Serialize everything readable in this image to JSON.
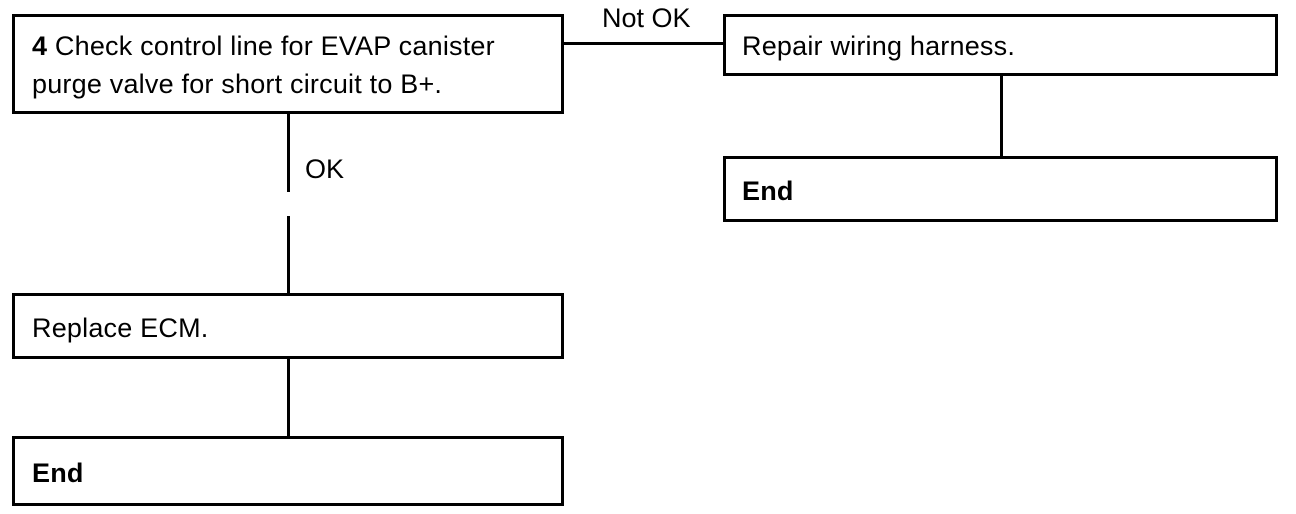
{
  "step4": {
    "number": "4",
    "line1": "Check control line for EVAP canister",
    "line2": "purge valve for short circuit to B+."
  },
  "branch_not_ok": {
    "label": "Not OK",
    "action": "Repair wiring harness.",
    "end": "End"
  },
  "branch_ok": {
    "label": "OK",
    "action": "Replace ECM.",
    "end": "End"
  }
}
